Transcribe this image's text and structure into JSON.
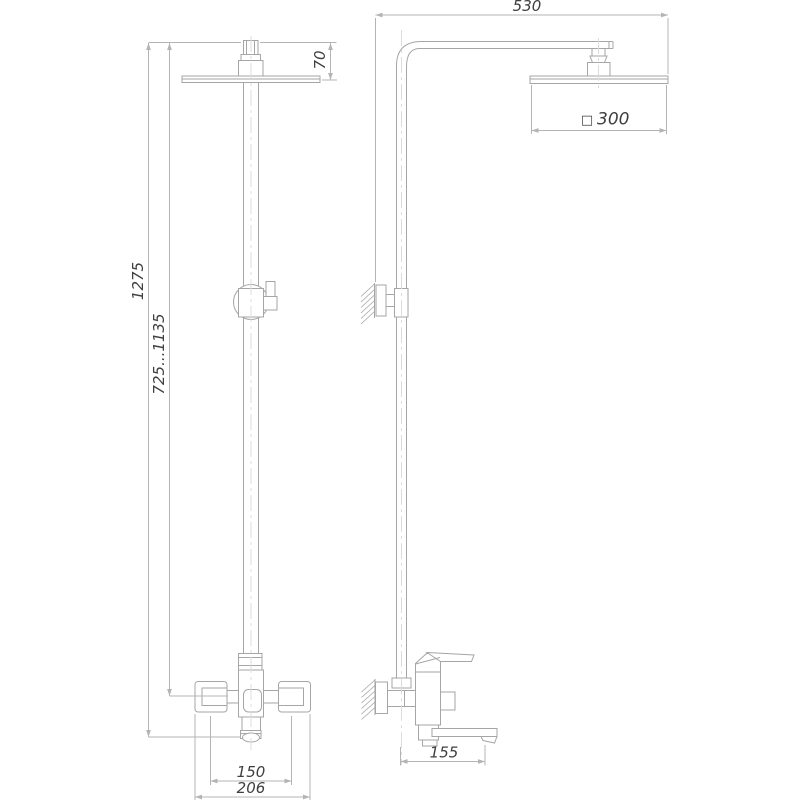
{
  "drawing": {
    "dims": {
      "overall_height": "1275",
      "riser_adjust_range": "725...1135",
      "head_drop": "70",
      "arm_span": "530",
      "square_symbol": "□",
      "head_size": "300",
      "inlet_centers": "150",
      "mixer_width": "206",
      "spout_reach": "155"
    },
    "colors": {
      "background": "#ffffff",
      "line": "#a6a6a6",
      "dim_line": "#b4b4b4",
      "centerline": "#dcdcdc",
      "text": "#3f3f3f"
    }
  }
}
